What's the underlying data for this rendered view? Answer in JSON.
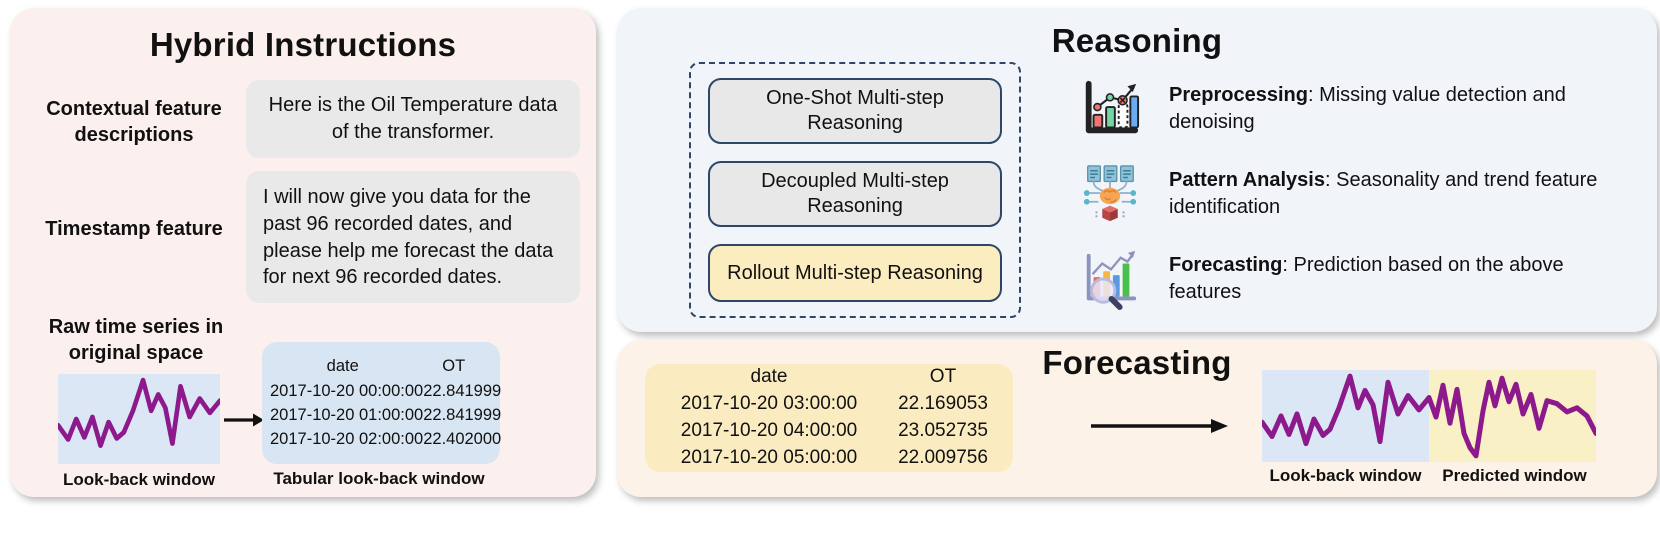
{
  "hybrid": {
    "title": "Hybrid Instructions",
    "contextual_label": "Contextual feature descriptions",
    "contextual_text": "Here is the Oil Temperature data of the transformer.",
    "timestamp_label": "Timestamp feature",
    "timestamp_text": "I will now give you data for the past 96 recorded dates, and please help me forecast the data for next 96 recorded dates.",
    "raw_label": "Raw time series in original space",
    "lookback_caption": "Look-back window",
    "tabular_caption": "Tabular look-back window",
    "table": {
      "headers": [
        "date",
        "OT"
      ],
      "rows": [
        [
          "2017-10-20 00:00:00",
          "22.841999"
        ],
        [
          "2017-10-20 01:00:00",
          "22.841999"
        ],
        [
          "2017-10-20 02:00:00",
          "22.402000"
        ]
      ]
    }
  },
  "reasoning": {
    "title": "Reasoning",
    "methods": [
      {
        "label": "One-Shot Multi-step Reasoning",
        "highlighted": false
      },
      {
        "label": "Decoupled Multi-step Reasoning",
        "highlighted": false
      },
      {
        "label": "Rollout Multi-step Reasoning",
        "highlighted": true
      }
    ],
    "steps": [
      {
        "icon": "bar-chart-cleaning-icon",
        "term": "Preprocessing",
        "rest": ": Missing value detection and denoising"
      },
      {
        "icon": "documents-brain-network-icon",
        "term": "Pattern Analysis",
        "rest": ": Seasonality and trend feature identification"
      },
      {
        "icon": "chart-magnifier-icon",
        "term": "Forecasting",
        "rest": ": Prediction based on the above features"
      }
    ]
  },
  "forecasting": {
    "title": "Forecasting",
    "table": {
      "headers": [
        "date",
        "OT"
      ],
      "rows": [
        [
          "2017-10-20 03:00:00",
          "22.169053"
        ],
        [
          "2017-10-20 04:00:00",
          "23.052735"
        ],
        [
          "2017-10-20 05:00:00",
          "22.009756"
        ]
      ]
    },
    "lookback_caption": "Look-back window",
    "predicted_caption": "Predicted window"
  },
  "colors": {
    "hybrid_panel_bg": "#fcf0ee",
    "reasoning_panel_bg": "#f1f5fa",
    "forecasting_panel_bg": "#fcf2e8",
    "gray_box_bg": "#e9e9e9",
    "highlight_yellow_bg": "#fcedc0",
    "table_blue_bg": "#d8e5f2",
    "table_yellow_bg": "#faecc0",
    "lookback_window_bg": "#dbe7f4",
    "predicted_window_bg": "#faf0c6",
    "time_series_purple": "#8d1a8c",
    "dashed_border_navy": "#2e4668"
  }
}
